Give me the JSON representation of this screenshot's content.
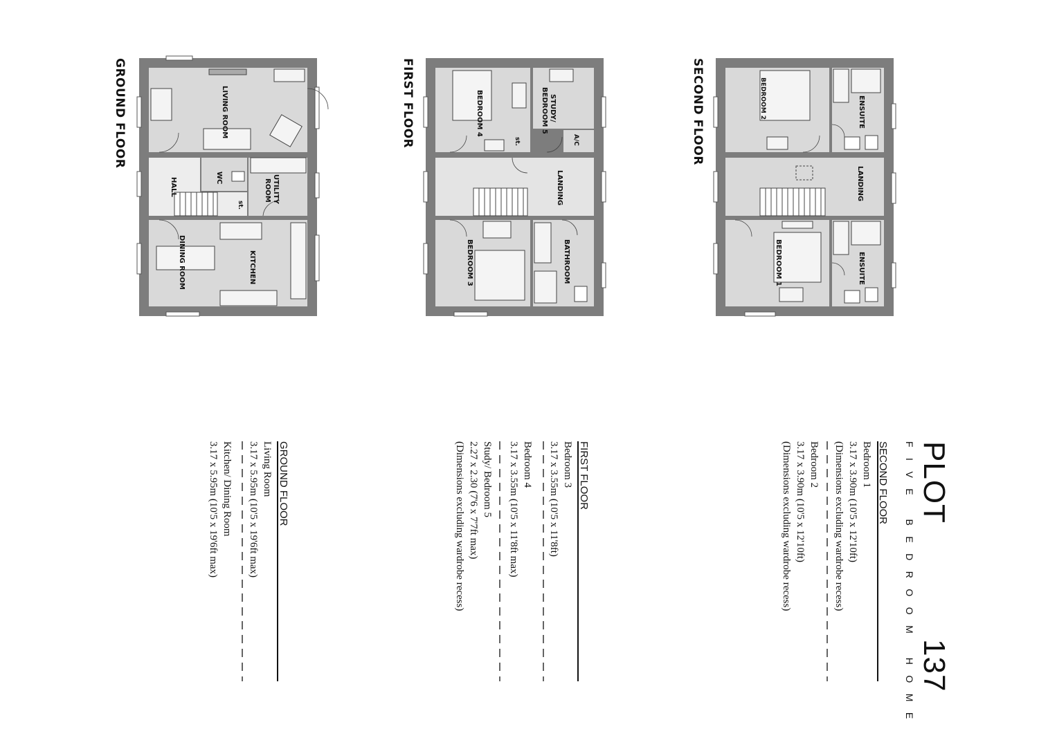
{
  "floors": {
    "ground": {
      "title": "GROUND FLOOR",
      "rooms": {
        "living_room": "LIVING ROOM",
        "hall": "HALL",
        "wc": "WC",
        "utility_1": "UTILITY",
        "utility_2": "ROOM",
        "store": "st.",
        "dining_room": "DINING ROOM",
        "kitchen": "KITCHEN"
      }
    },
    "first": {
      "title": "FIRST FLOOR",
      "rooms": {
        "bedroom4": "BEDROOM 4",
        "study_1": "STUDY/",
        "study_2": "BEDROOM 5",
        "store": "st.",
        "ac": "A/C",
        "landing": "LANDING",
        "bedroom3": "BEDROOM 3",
        "bathroom": "BATHROOM"
      }
    },
    "second": {
      "title": "SECOND FLOOR",
      "rooms": {
        "bedroom2": "BEDROOM 2",
        "ensuite_top": "ENSUITE",
        "landing": "LANDING",
        "bedroom1": "BEDROOM 1",
        "ensuite_bottom": "ENSUITE"
      }
    }
  },
  "schedule": {
    "plot_word": "PLOT",
    "plot_number": "137",
    "subtitle": "FIVE BEDROOM HOME",
    "second_floor": {
      "heading": "SECOND FLOOR",
      "bedroom1_name": "Bedroom 1",
      "bedroom1_dims": "3.17 x 3.90m (10'5 x 12'10ft)",
      "bedroom1_note": "(Dimensions excluding wardrobe recess)",
      "bedroom2_name": "Bedroom 2",
      "bedroom2_dims": "3.17 x 3.90m (10'5 x 12'10ft)",
      "bedroom2_note": "(Dimensions excluding wardrobe recess)"
    },
    "first_floor": {
      "heading": "FIRST FLOOR",
      "bedroom3_name": "Bedroom 3",
      "bedroom3_dims": "3.17 x 3.55m (10'5 x 11'8ft)",
      "bedroom4_name": "Bedroom 4",
      "bedroom4_dims": "3.17 x 3.55m (10'5 x 11'8ft max)",
      "study_name": "Study/ Bedroom 5",
      "study_dims": "2.27 x 2.30 (7'6 x 7'7ft max)",
      "study_note": "(Dimensions excluding wardrobe recess)"
    },
    "ground_floor": {
      "heading": "GROUND FLOOR",
      "living_name": "Living Room",
      "living_dims": "3.17 x 5.95m (10'5 x 19'6ft max)",
      "kitchen_name": "Kitchen/ Dining Room",
      "kitchen_dims": "3.17 x 5.95m (10'5 x 19'6ft max)"
    }
  },
  "colors": {
    "wall": "#7d7d7d",
    "floor": "#d9d9d9",
    "hall_floor": "#ededed",
    "ink": "#111111"
  }
}
